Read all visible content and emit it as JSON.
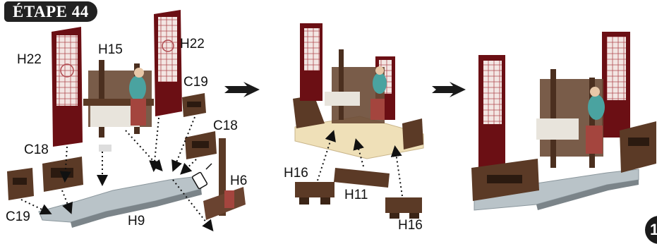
{
  "step_title": "ÉTAPE 44",
  "page_number": "1",
  "labels": {
    "h22_left": "H22",
    "h15": "H15",
    "h22_right": "H22",
    "c19_top": "C19",
    "c18_right": "C18",
    "c18_left": "C18",
    "h6": "H6",
    "c19_bottom": "C19",
    "h9": "H9",
    "h16_left": "H16",
    "h11": "H11",
    "h16_right": "H16"
  },
  "colors": {
    "frame": "#6b0f14",
    "wood": "#5b3a26",
    "floor": "#b9c3c8",
    "lattice": "#f2e3e0",
    "base": "#efe0b8"
  },
  "icons": {
    "glue": "glue-bottle-icon",
    "arrow": "right-arrow-icon"
  }
}
